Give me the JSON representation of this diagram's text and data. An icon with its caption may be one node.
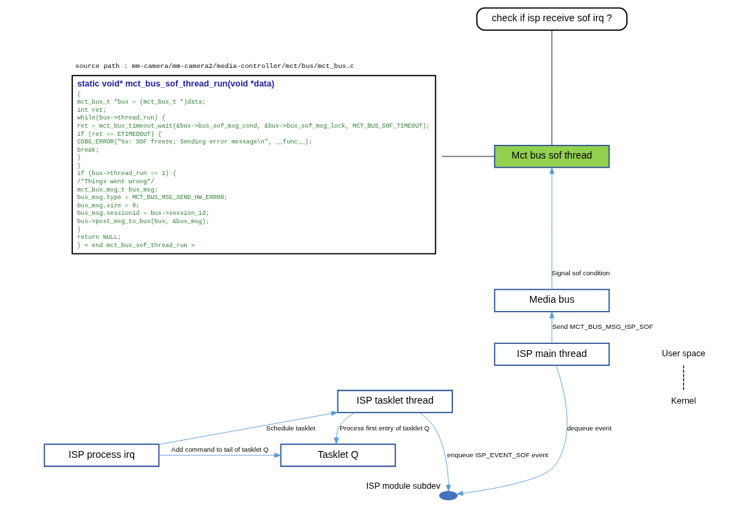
{
  "diagram": {
    "nodes": [
      {
        "text": [
          "check if isp receive sof irq ?"
        ]
      },
      {
        "text": [
          "Mct bus sof thread"
        ]
      },
      {
        "text": [
          "static void* mct_bus_sof_thread_run(void *data)",
          "{",
          "mct_bus_t *bus = (mct_bus_t *)data;",
          "int ret;",
          "while(bus->thread_run) {",
          "ret = mct_bus_timeout_wait(&bus->bus_sof_msg_cond, &bus->bus_sof_msg_lock, MCT_BUS_SOF_TIMEOUT);",
          "if (ret == ETIMEDOUT) {",
          "CDBG_ERROR(\"%s: SOF freeze; Sending error message\\n\", __func__);",
          "break;",
          "}",
          "}",
          "if (bus->thread_run == 1) {",
          "/*Things went wrong*/",
          "mct_bus_msg_t bus_msg;",
          "bus_msg.type = MCT_BUS_MSG_SEND_HW_ERROR;",
          "bus_msg.size = 0;",
          "bus_msg.sessionid = bus->session_id;",
          "bus->post_msg_to_bus(bus, &bus_msg);",
          "}",
          "return NULL;",
          "} « end mct_bus_sof_thread_run »"
        ],
        "beside": [
          "source path : mm-camera/mm-camera2/media-controller/mct/bus/mct_bus.c"
        ]
      },
      {
        "text": [
          "Media bus"
        ]
      },
      {
        "text": [
          "ISP main thread"
        ]
      },
      {
        "text": [
          "ISP tasklet thread"
        ]
      },
      {
        "text": [
          "ISP process irq"
        ]
      },
      {
        "text": [
          "Tasklet Q"
        ]
      },
      {
        "text": [],
        "shape": "ellipse",
        "beside": [
          "ISP module subdev"
        ]
      }
    ],
    "edges": [
      {
        "from": 0,
        "to": 1,
        "arrow": "none",
        "color": "#000000"
      },
      {
        "from": 2,
        "to": 1,
        "arrow": "none",
        "color": "#000000"
      },
      {
        "from": 4,
        "to": 3,
        "arrow": "to",
        "label": "Send MCT_BUS_MSG_ISP_SOF"
      },
      {
        "from": 3,
        "to": 1,
        "arrow": "to",
        "label": "Signal sof condition"
      },
      {
        "from": 4,
        "to": 8,
        "arrow": "to",
        "label": "dequeue event"
      },
      {
        "from": 5,
        "to": 8,
        "arrow": "to",
        "label": "enqueue ISP_EVENT_SOF event"
      },
      {
        "from": 6,
        "to": 5,
        "arrow": "to",
        "label": "Schedule tasklet"
      },
      {
        "from": 5,
        "to": 7,
        "arrow": "to",
        "label": "Process first entry of tasklet Q"
      },
      {
        "from": 6,
        "to": 7,
        "arrow": "to",
        "label": "Add command to tail of tasklet Q"
      }
    ],
    "labels": [
      "User space",
      "Kernel"
    ]
  }
}
